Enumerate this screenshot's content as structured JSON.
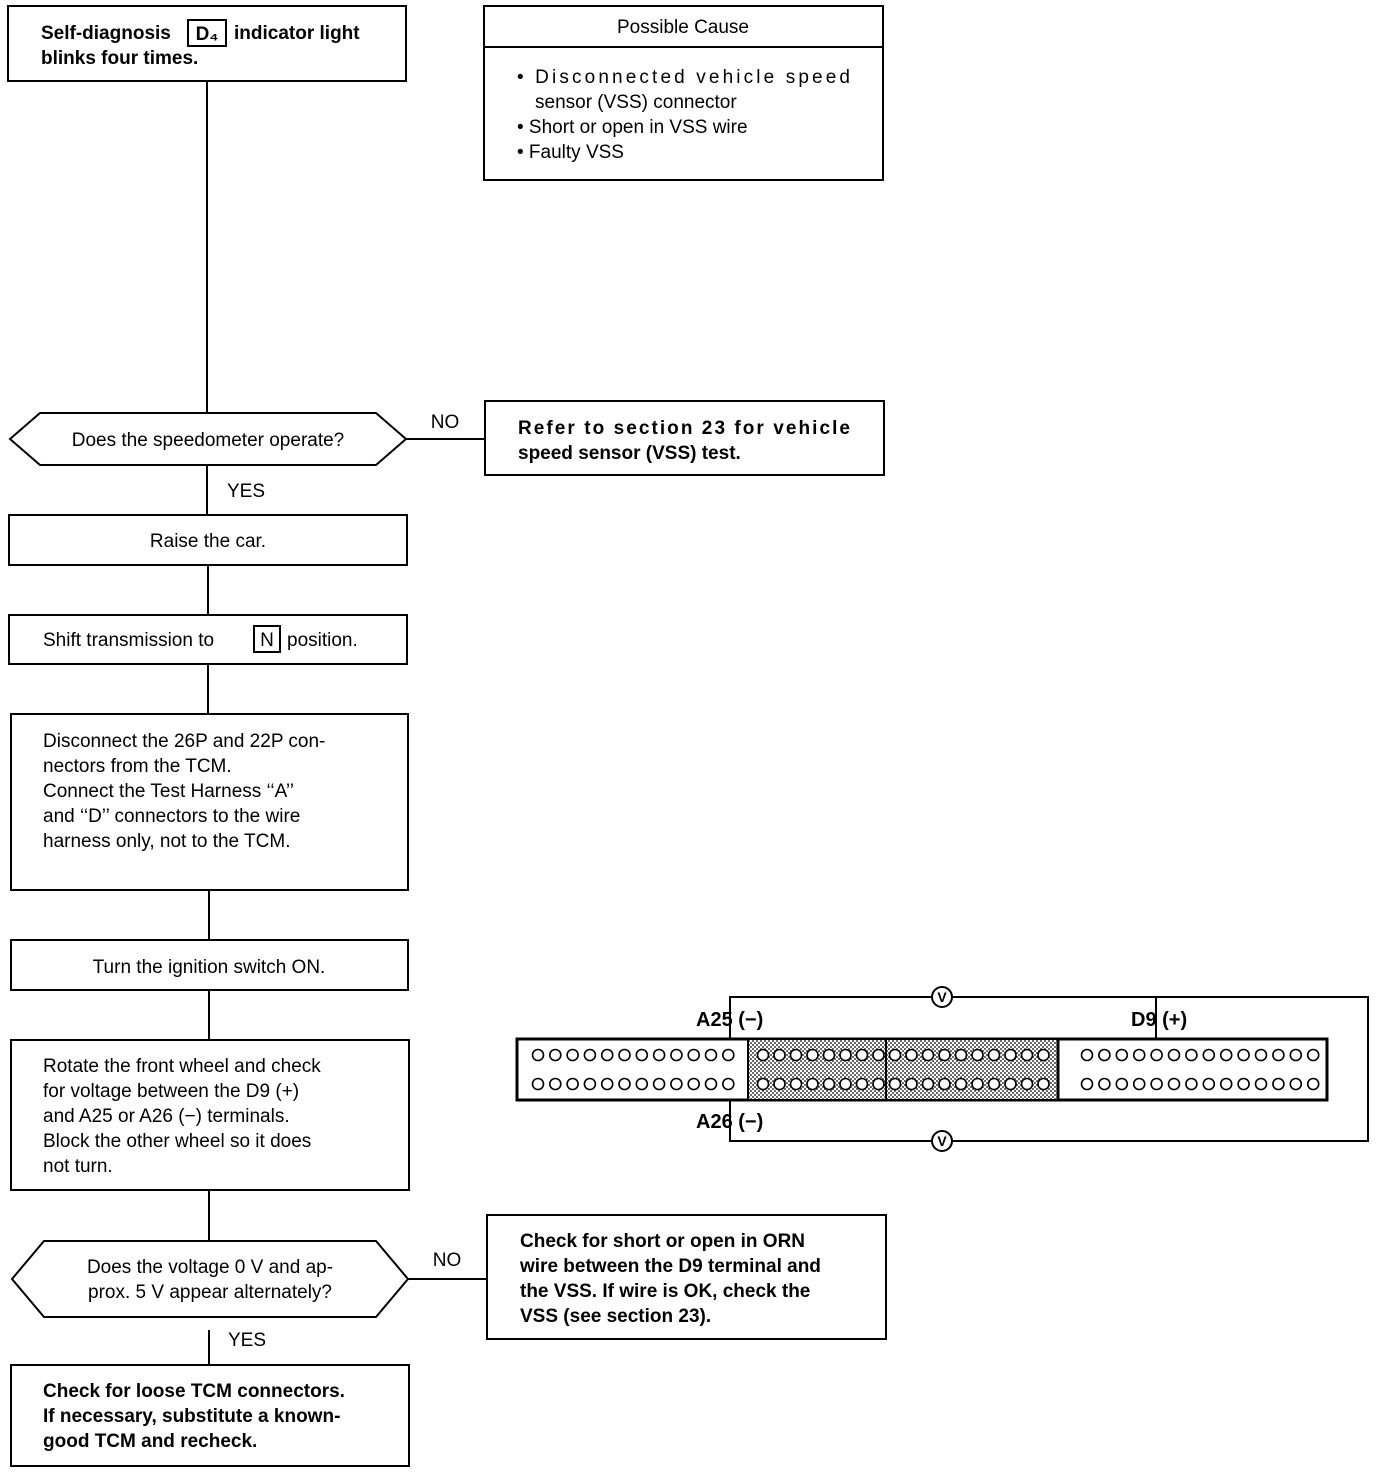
{
  "start_box": {
    "line1_pre": "Self-diagnosis",
    "badge": "D₄",
    "line1_post": "indicator light",
    "line2": "blinks four times."
  },
  "possible_cause": {
    "header": "Possible Cause",
    "items": [
      [
        "• Disconnected vehicle speed",
        "sensor (VSS) connector"
      ],
      [
        "• Short or open in VSS wire"
      ],
      [
        "• Faulty VSS"
      ]
    ]
  },
  "decision1": {
    "text": "Does the speedometer operate?",
    "no_label": "NO",
    "yes_label": "YES",
    "no_box": [
      "Refer to section 23 for vehicle",
      "speed sensor (VSS) test."
    ]
  },
  "step_raise": "Raise the car.",
  "step_shift": {
    "pre": "Shift transmission to",
    "badge": "N",
    "post": "position."
  },
  "step_disconnect": [
    "Disconnect the 26P and 22P con-",
    "nectors from the TCM.",
    "Connect the Test Harness ‘‘A’’",
    "and ‘‘D’’ connectors to the wire",
    "harness only, not to the TCM."
  ],
  "step_ignition": "Turn the ignition switch ON.",
  "step_rotate": [
    "Rotate the front wheel and check",
    "for voltage between the D9 (+)",
    "and A25 or A26 (−) terminals.",
    "Block the other wheel so it does",
    "not turn."
  ],
  "decision2": {
    "lines": [
      "Does the voltage 0 V and ap-",
      "prox. 5 V appear alternately?"
    ],
    "no_label": "NO",
    "yes_label": "YES",
    "no_box": [
      "Check for short or open in ORN",
      "wire between the D9 terminal and",
      "the VSS. If wire is OK, check the",
      "VSS (see section 23)."
    ]
  },
  "final_box": [
    "Check for loose TCM connectors.",
    "If necessary, substitute a known-",
    "good TCM and recheck."
  ],
  "connector": {
    "label_a25": "A25 (−)",
    "label_d9": "D9 (+)",
    "label_a26": "A26 (−)",
    "meter_symbol": "V"
  }
}
